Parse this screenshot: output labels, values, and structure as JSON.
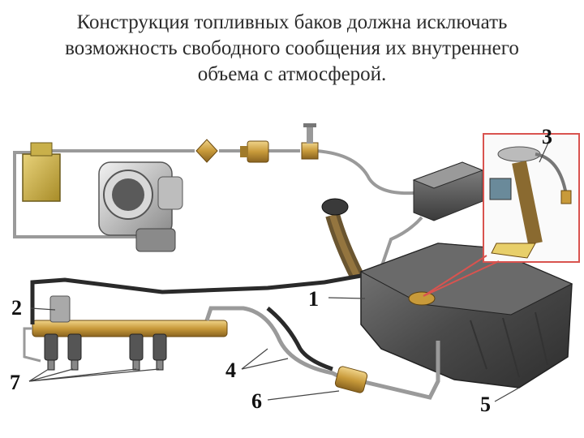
{
  "title": {
    "line1": "Конструкция топливных баков должна исключать",
    "line2": "возможность свободного сообщения их внутреннего",
    "line3": "объема с атмосферой."
  },
  "callouts": {
    "c1": "1",
    "c2": "2",
    "c3": "3",
    "c4": "4",
    "c5": "5",
    "c6": "6",
    "c7": "7"
  },
  "colors": {
    "tank": "#4a4a4a",
    "brass": "#c89a3a",
    "pipe": "#a8a8a8",
    "hose": "#2a2a2a",
    "inset_border": "#d9534f"
  }
}
